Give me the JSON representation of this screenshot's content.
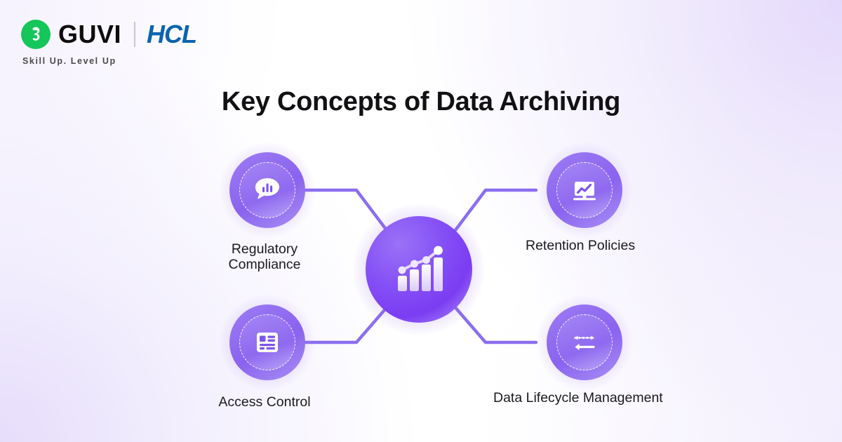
{
  "brand": {
    "logo_icon": "guvi-g-mark",
    "name": "GUVI",
    "partner": "HCL",
    "tagline": "Skill Up. Level Up",
    "green": "#15c65a",
    "blue": "#0b64ad"
  },
  "title": "Key Concepts of Data Archiving",
  "diagram": {
    "center": {
      "icon": "bar-chart-growth-icon"
    },
    "accent": "#8a63ef",
    "line_color": "#8b6ef0",
    "nodes": [
      {
        "id": "regulatory-compliance",
        "label": "Regulatory\nCompliance",
        "icon": "chat-bubble-chart-icon",
        "position": "top-left"
      },
      {
        "id": "retention-policies",
        "label": "Retention Policies",
        "icon": "monitor-trendline-icon",
        "position": "top-right"
      },
      {
        "id": "access-control",
        "label": "Access Control",
        "icon": "layout-table-icon",
        "position": "bottom-left"
      },
      {
        "id": "data-lifecycle-management",
        "label": "Data Lifecycle Management",
        "icon": "two-way-arrows-icon",
        "position": "bottom-right"
      }
    ]
  }
}
